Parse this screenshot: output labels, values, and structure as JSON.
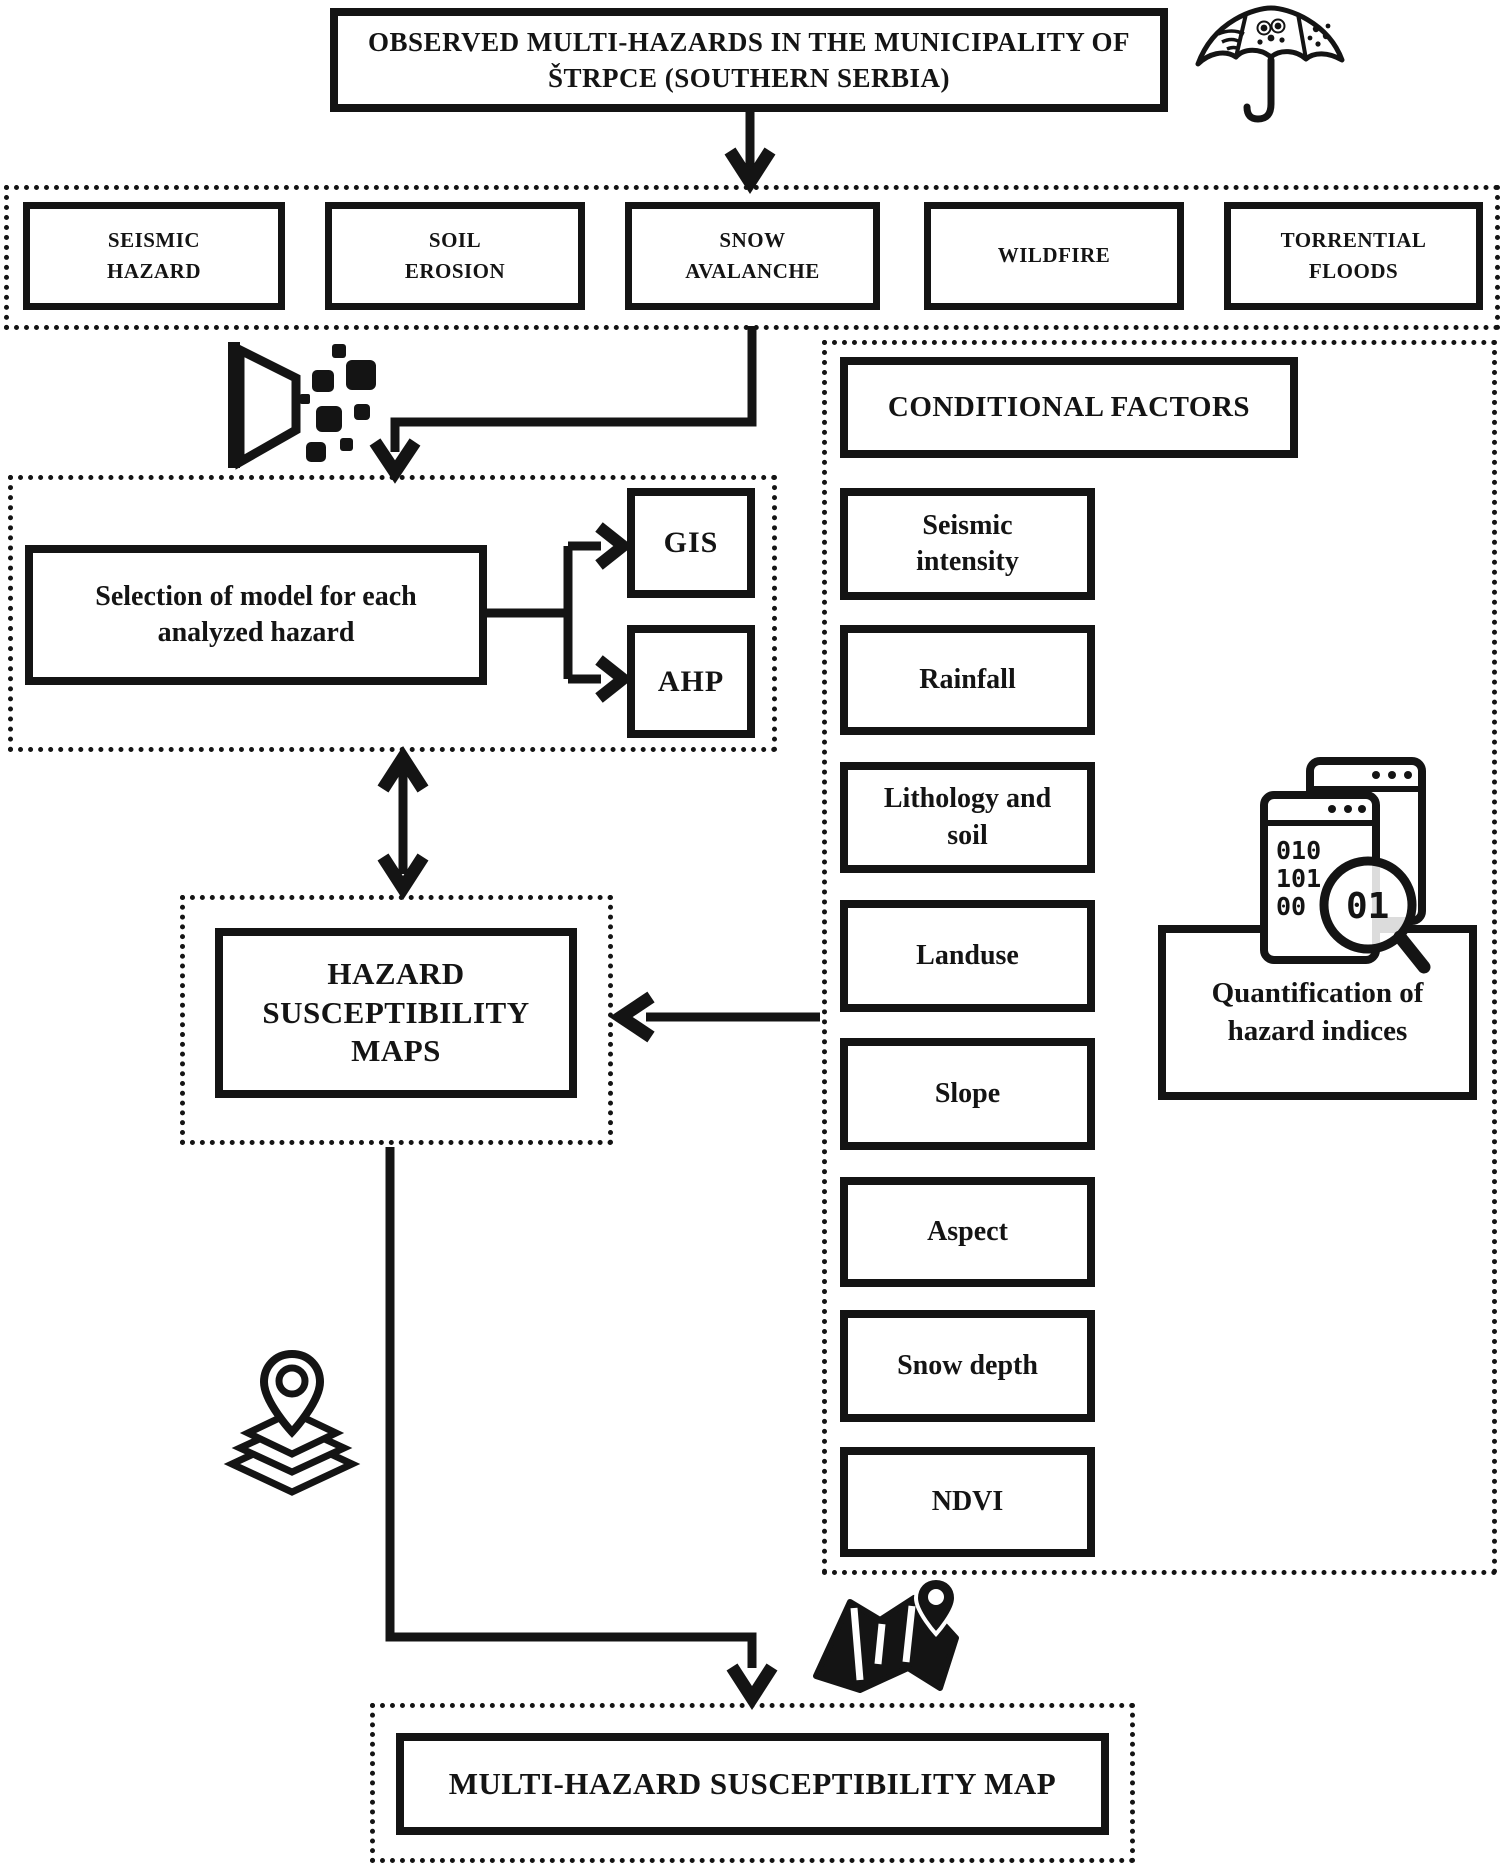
{
  "diagram": {
    "title": "OBSERVED MULTI-HAZARDS IN THE MUNICIPALITY OF ŠTRPCE (SOUTHERN SERBIA)",
    "hazards": [
      "SEISMIC HAZARD",
      "SOIL EROSION",
      "SNOW AVALANCHE",
      "WILDFIRE",
      "TORRENTIAL FLOODS"
    ],
    "selection_label": "Selection of model for each analyzed hazard",
    "models": [
      "GIS",
      "AHP"
    ],
    "conditional_factors_title": "CONDITIONAL FACTORS",
    "factors": [
      "Seismic intensity",
      "Rainfall",
      "Lithology and soil",
      "Landuse",
      "Slope",
      "Aspect",
      "Snow depth",
      "NDVI"
    ],
    "quantification_label": "Quantification of hazard indices",
    "hazard_maps_label": "HAZARD SUSCEPTIBILITY MAPS",
    "final_label": "MULTI-HAZARD SUSCEPTIBILITY MAP",
    "icons": {
      "top_right": "weather-umbrella-icon",
      "mid_left": "projection-pixels-icon",
      "right": "binary-data-magnifier-icon",
      "lower_left": "map-layers-pin-icon",
      "bottom": "folded-map-pin-icon"
    },
    "colors": {
      "ink": "#141414",
      "background": "#ffffff"
    }
  }
}
